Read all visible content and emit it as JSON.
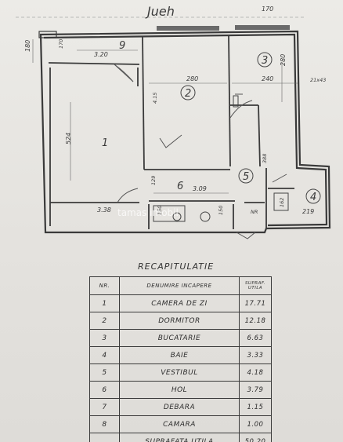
{
  "plan": {
    "north_label": "Jueh",
    "room_numbers": [
      "1",
      "2",
      "3",
      "4",
      "5",
      "6",
      "9"
    ],
    "dimensions": {
      "top_left_height": "180",
      "top_left_small": "170",
      "top_right": "170",
      "room9_width": "3.20",
      "room2_width": "280",
      "room3_width": "240",
      "room3_height": "280",
      "right_edge": "21x43",
      "room2_height": "4.15",
      "room1_height": "524",
      "hall_height": "129",
      "vestibule_height": "388",
      "hall_width": "3.09",
      "room1_bottom": "3.38",
      "bath_left": "150",
      "bath_right": "150",
      "nr_label": "NR",
      "room4_height": "162",
      "room4_width": "219"
    }
  },
  "watermark": "tamas imobil",
  "recap": {
    "title": "RECAPITULATIE",
    "headers": {
      "nr": "NR.",
      "name": "DENUMIRE INCAPERE",
      "area": "SUPRAF. UTILA"
    },
    "rows": [
      {
        "nr": "1",
        "name": "CAMERA DE ZI",
        "area": "17.71"
      },
      {
        "nr": "2",
        "name": "DORMITOR",
        "area": "12.18"
      },
      {
        "nr": "3",
        "name": "BUCATARIE",
        "area": "6.63"
      },
      {
        "nr": "4",
        "name": "BAIE",
        "area": "3.33"
      },
      {
        "nr": "5",
        "name": "VESTIBUL",
        "area": "4.18"
      },
      {
        "nr": "6",
        "name": "HOL",
        "area": "3.79"
      },
      {
        "nr": "7",
        "name": "DEBARA",
        "area": "1.15"
      },
      {
        "nr": "8",
        "name": "CAMARA",
        "area": "1.00"
      },
      {
        "nr": "",
        "name": "SUPRAFATA UTILA",
        "area": "50.20"
      }
    ]
  }
}
